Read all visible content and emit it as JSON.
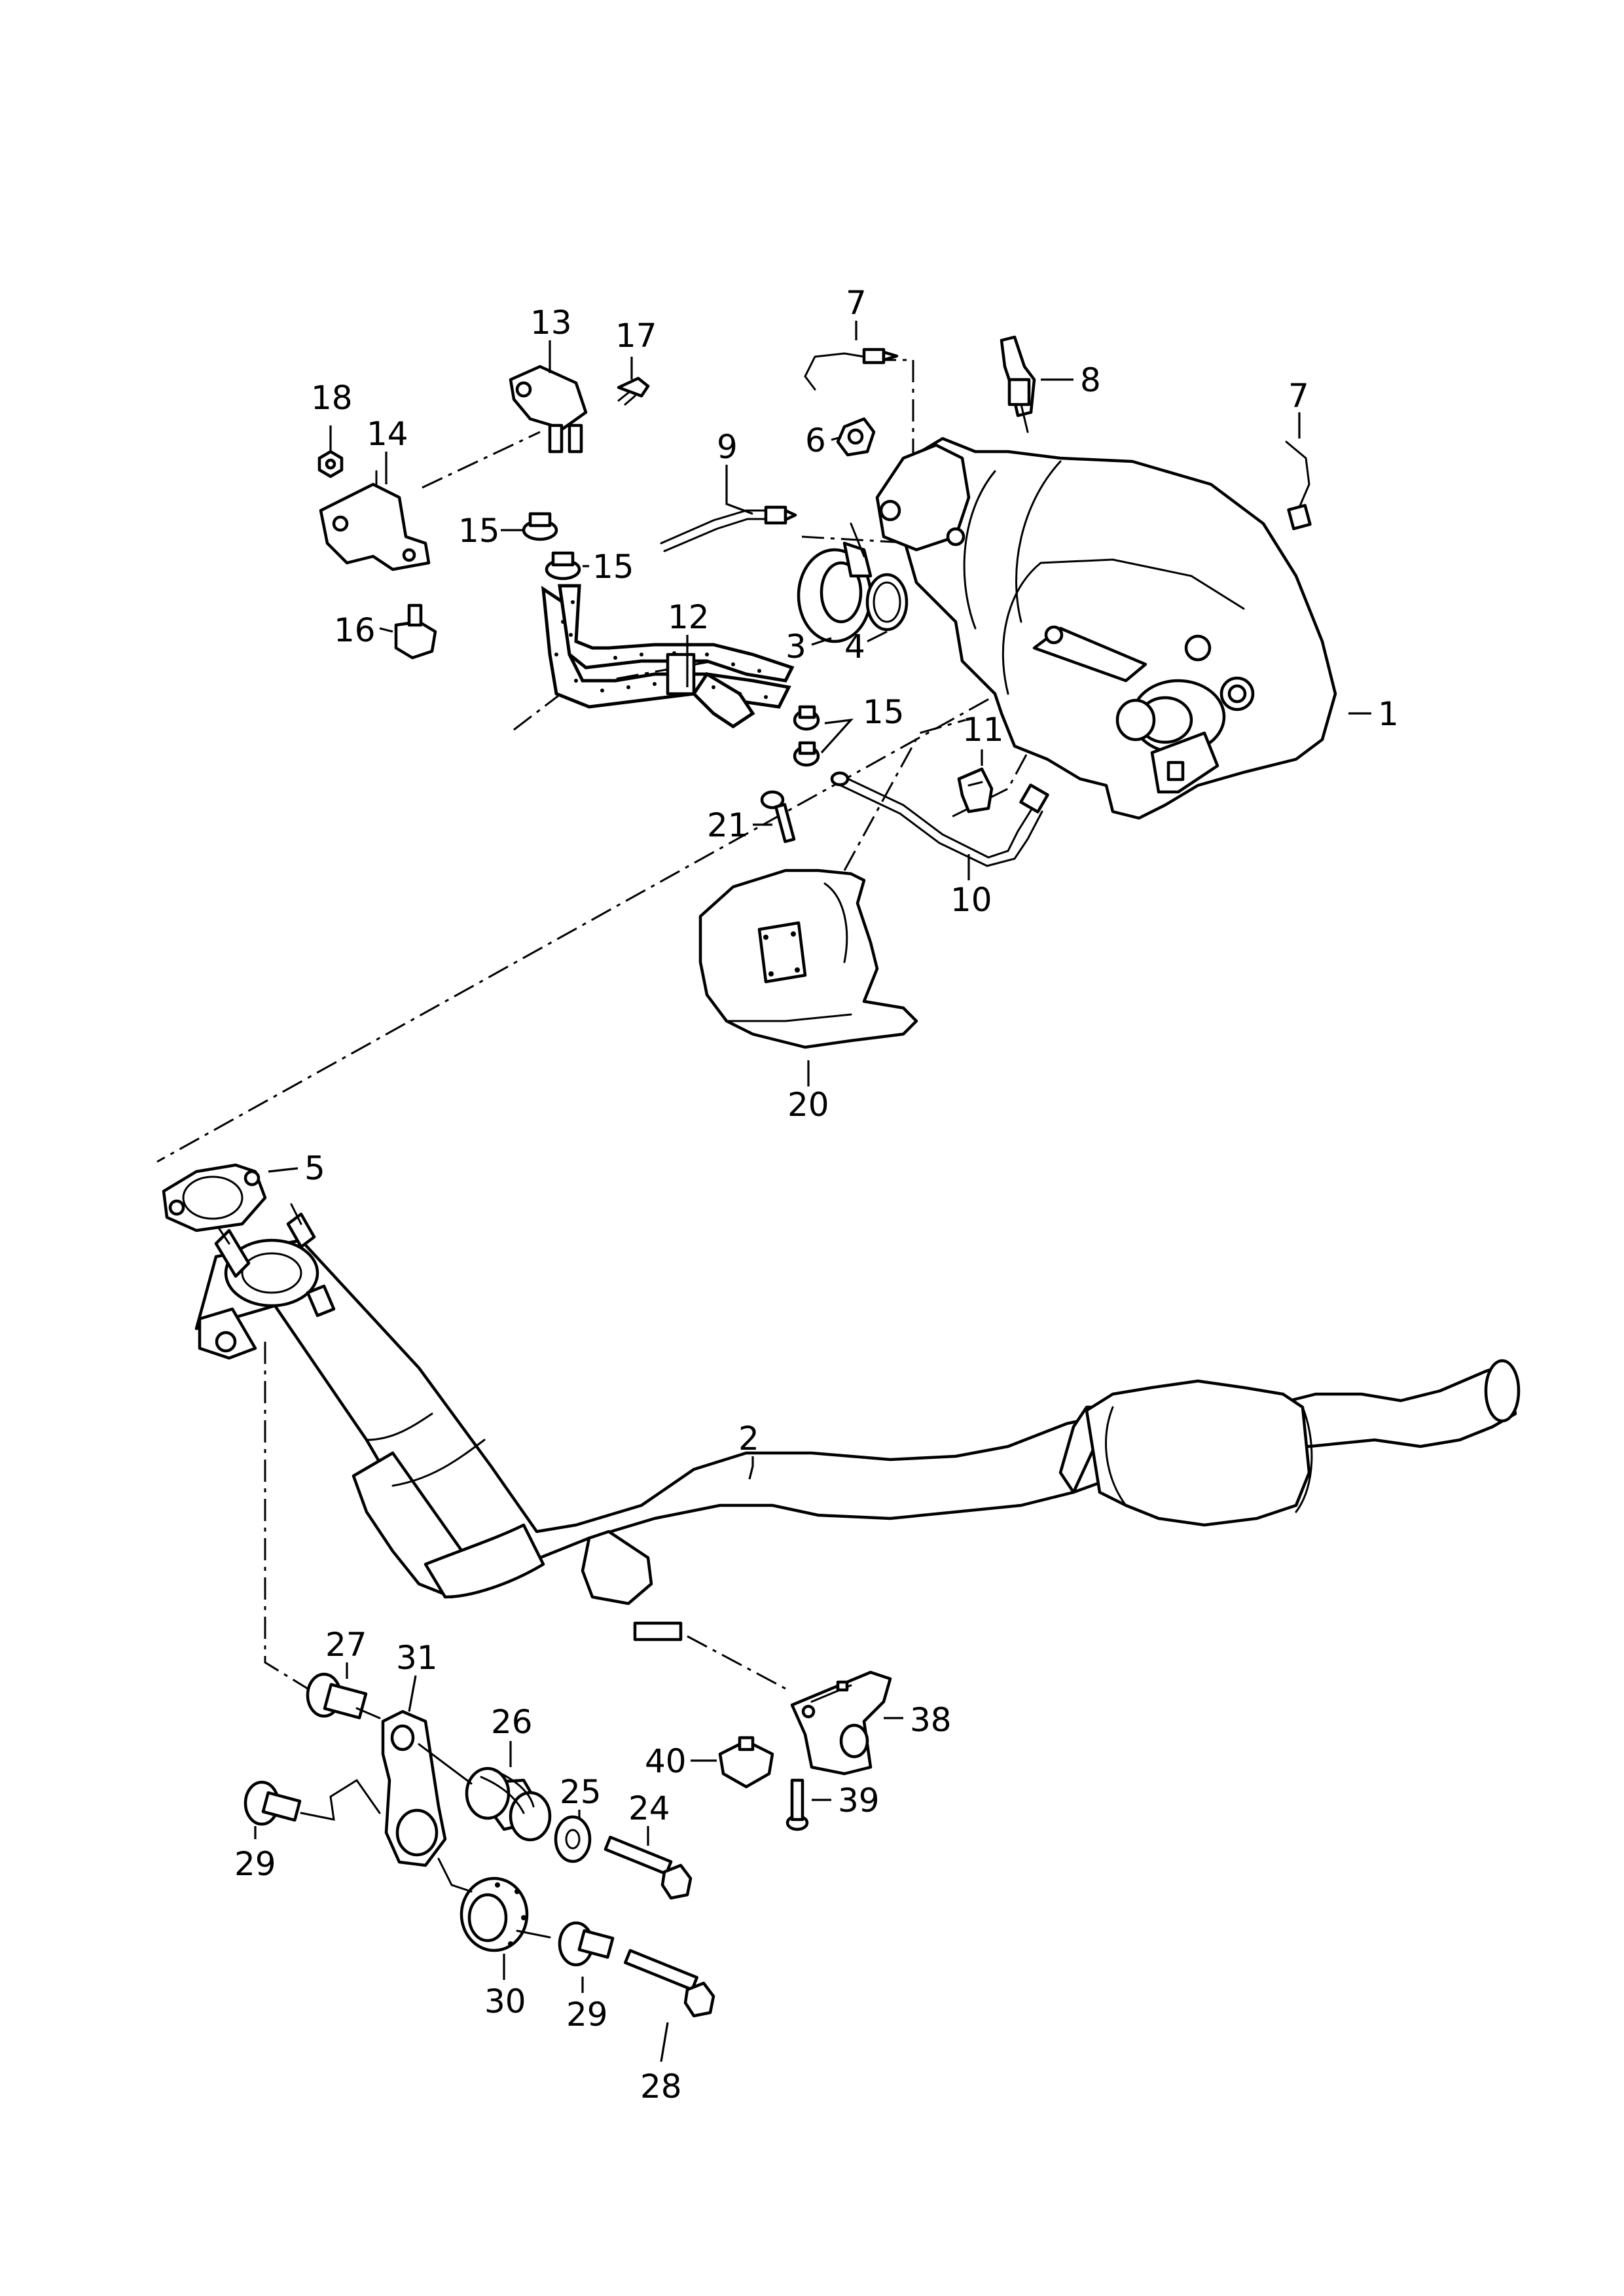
{
  "callouts": [
    {
      "id": "c1",
      "text": "1"
    },
    {
      "id": "c2",
      "text": "2"
    },
    {
      "id": "c3",
      "text": "3"
    },
    {
      "id": "c4",
      "text": "4"
    },
    {
      "id": "c5",
      "text": "5"
    },
    {
      "id": "c6",
      "text": "6"
    },
    {
      "id": "c7a",
      "text": "7"
    },
    {
      "id": "c7b",
      "text": "7"
    },
    {
      "id": "c8",
      "text": "8"
    },
    {
      "id": "c9",
      "text": "9"
    },
    {
      "id": "c10",
      "text": "10"
    },
    {
      "id": "c11",
      "text": "11"
    },
    {
      "id": "c12",
      "text": "12"
    },
    {
      "id": "c13",
      "text": "13"
    },
    {
      "id": "c14",
      "text": "14"
    },
    {
      "id": "c15a",
      "text": "15"
    },
    {
      "id": "c15b",
      "text": "15"
    },
    {
      "id": "c15c",
      "text": "15"
    },
    {
      "id": "c16",
      "text": "16"
    },
    {
      "id": "c17",
      "text": "17"
    },
    {
      "id": "c18",
      "text": "18"
    },
    {
      "id": "c20",
      "text": "20"
    },
    {
      "id": "c21",
      "text": "21"
    },
    {
      "id": "c24",
      "text": "24"
    },
    {
      "id": "c25",
      "text": "25"
    },
    {
      "id": "c26",
      "text": "26"
    },
    {
      "id": "c27",
      "text": "27"
    },
    {
      "id": "c28",
      "text": "28"
    },
    {
      "id": "c29a",
      "text": "29"
    },
    {
      "id": "c29b",
      "text": "29"
    },
    {
      "id": "c30",
      "text": "30"
    },
    {
      "id": "c31",
      "text": "31"
    },
    {
      "id": "c38",
      "text": "38"
    },
    {
      "id": "c39",
      "text": "39"
    },
    {
      "id": "c40",
      "text": "40"
    }
  ]
}
